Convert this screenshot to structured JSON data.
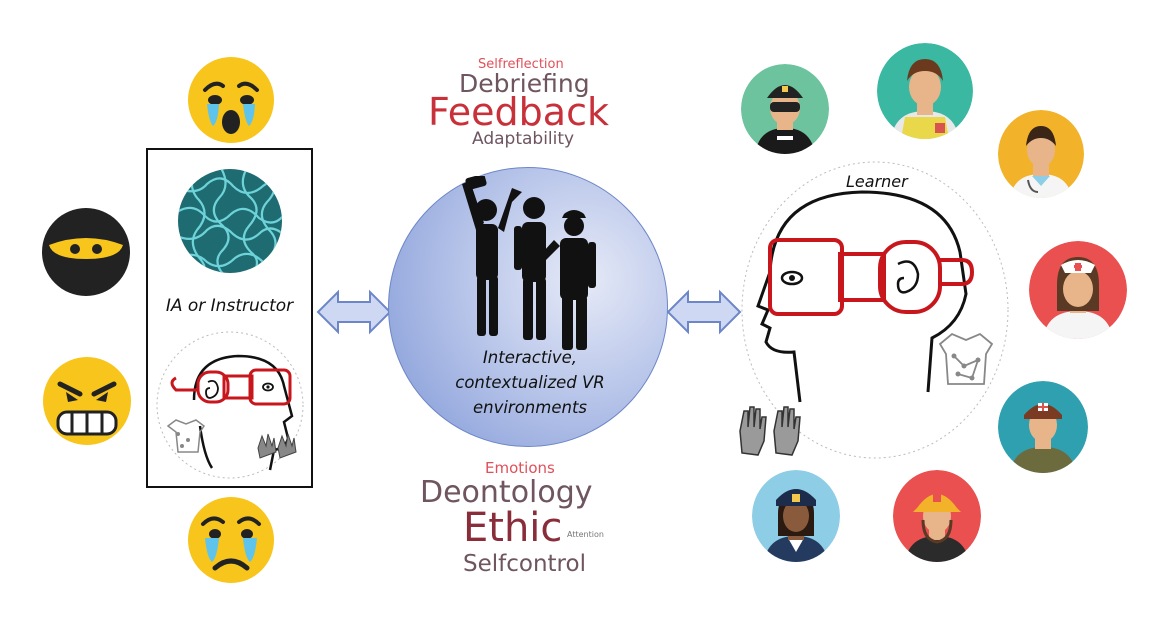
{
  "left_panel": {
    "label": "IA or Instructor",
    "emotions": [
      "scared-crying-emoji",
      "ninja-emoji",
      "angry-emoji",
      "sad-crying-emoji"
    ]
  },
  "center": {
    "caption_lines": [
      "Interactive,",
      "contextualized VR",
      "environments"
    ]
  },
  "word_cloud_top": [
    {
      "text": "Selfreflection",
      "color": "#e0505a"
    },
    {
      "text": "Debriefing",
      "color": "#6e5560"
    },
    {
      "text": "Feedback",
      "color": "#c8303a"
    },
    {
      "text": "Adaptability",
      "color": "#6e5560"
    }
  ],
  "word_cloud_bottom": [
    {
      "text": "Emotions",
      "color": "#e0505a"
    },
    {
      "text": "Deontology",
      "color": "#6e5560"
    },
    {
      "text": "Ethic",
      "color": "#8a2d3a"
    },
    {
      "text": "Attention",
      "color": "#777777"
    },
    {
      "text": "Selfcontrol",
      "color": "#6e5560"
    }
  ],
  "right_panel": {
    "label": "Learner",
    "avatars": [
      "police-officer-avatar",
      "rescue-worker-avatar",
      "doctor-avatar",
      "nurse-avatar",
      "soldier-avatar",
      "firefighter-avatar",
      "policewoman-avatar"
    ]
  },
  "colors": {
    "headset_red": "#c8161d",
    "arrow_fill": "#cfd8f2",
    "arrow_stroke": "#6d86c7",
    "emoji_yellow": "#f7c51b"
  }
}
